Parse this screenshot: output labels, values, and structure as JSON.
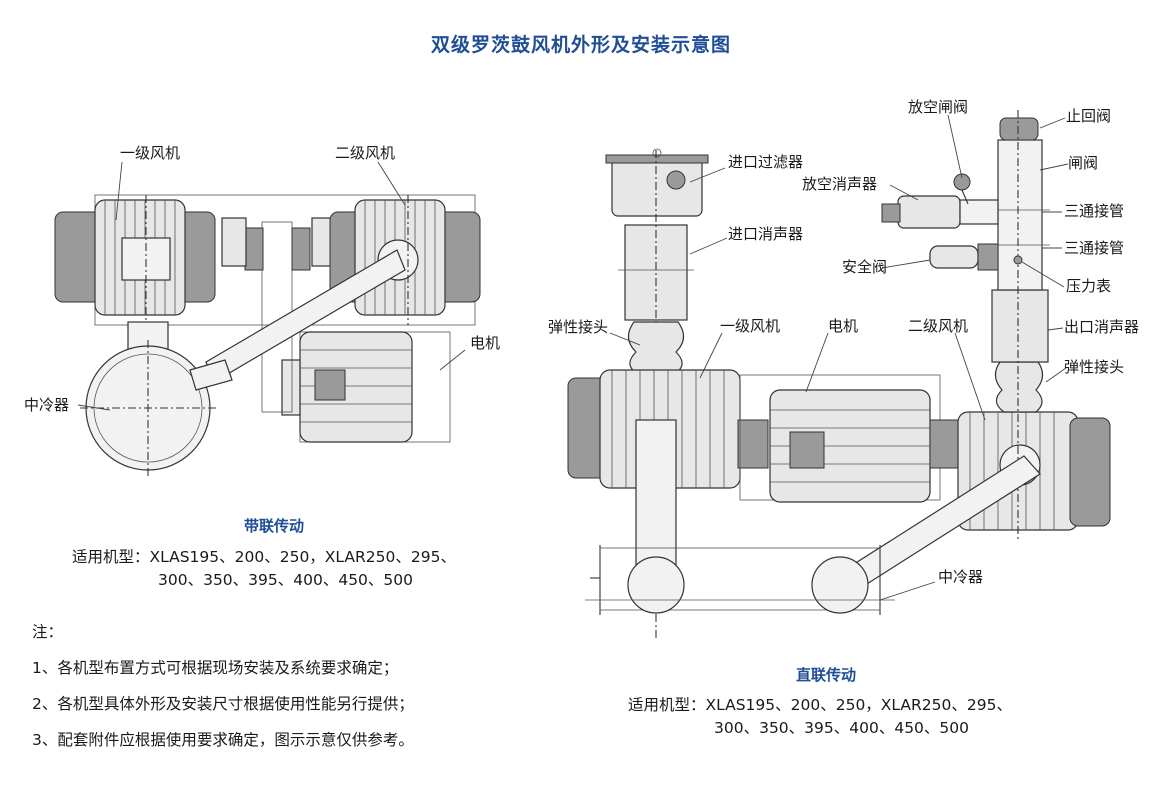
{
  "title": "双级罗茨鼓风机外形及安装示意图",
  "left_diagram": {
    "labels": {
      "stage1": "一级风机",
      "stage2": "二级风机",
      "motor": "电机",
      "intercooler": "中冷器"
    },
    "caption": "带联传动",
    "models_line1": "适用机型：XLAS195、200、250，XLAR250、295、",
    "models_line2": "300、350、395、400、450、500"
  },
  "right_diagram": {
    "labels": {
      "vent_valve": "放空闸阀",
      "check_valve": "止回阀",
      "gate_valve": "闸阀",
      "inlet_filter": "进口过滤器",
      "vent_silencer": "放空消声器",
      "tee1": "三通接管",
      "inlet_silencer": "进口消声器",
      "tee2": "三通接管",
      "safety_valve": "安全阀",
      "pressure_gauge": "压力表",
      "flex_joint_left": "弹性接头",
      "stage1": "一级风机",
      "motor": "电机",
      "stage2": "二级风机",
      "outlet_silencer": "出口消声器",
      "flex_joint_right": "弹性接头",
      "intercooler": "中冷器"
    },
    "caption": "直联传动",
    "models_line1": "适用机型：XLAS195、200、250，XLAR250、295、",
    "models_line2": "300、350、395、400、450、500"
  },
  "notes": {
    "heading": "注：",
    "items": [
      "1、各机型布置方式可根据现场安装及系统要求确定；",
      "2、各机型具体外形及安装尺寸根据使用性能另行提供；",
      "3、配套附件应根据使用要求确定，图示示意仅供参考。"
    ]
  }
}
